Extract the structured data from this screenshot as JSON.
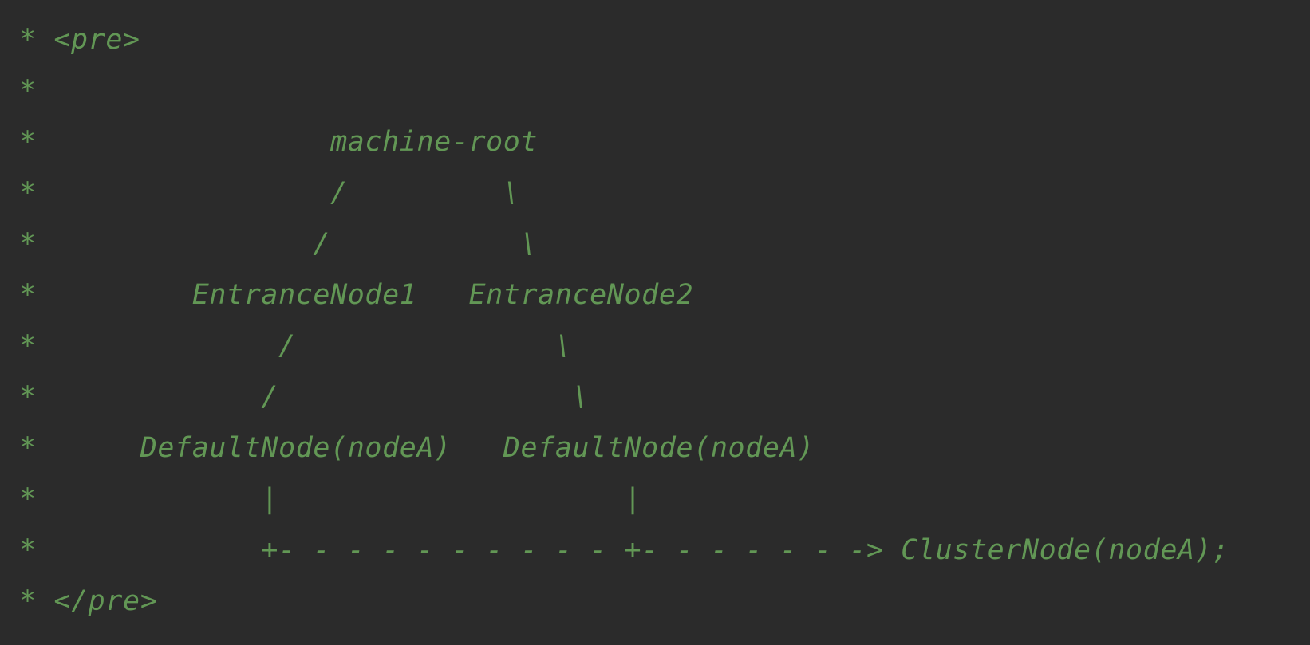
{
  "editor": {
    "text_color": "#629755",
    "background_color": "#2b2b2b",
    "lines": [
      "* <pre>",
      "*",
      "*                 machine-root",
      "*                 /         \\",
      "*                /           \\",
      "*         EntranceNode1   EntranceNode2",
      "*              /               \\",
      "*             /                 \\",
      "*      DefaultNode(nodeA)   DefaultNode(nodeA)",
      "*             |                    |",
      "*             +- - - - - - - - - - +- - - - - - -> ClusterNode(nodeA);",
      "* </pre>"
    ]
  }
}
